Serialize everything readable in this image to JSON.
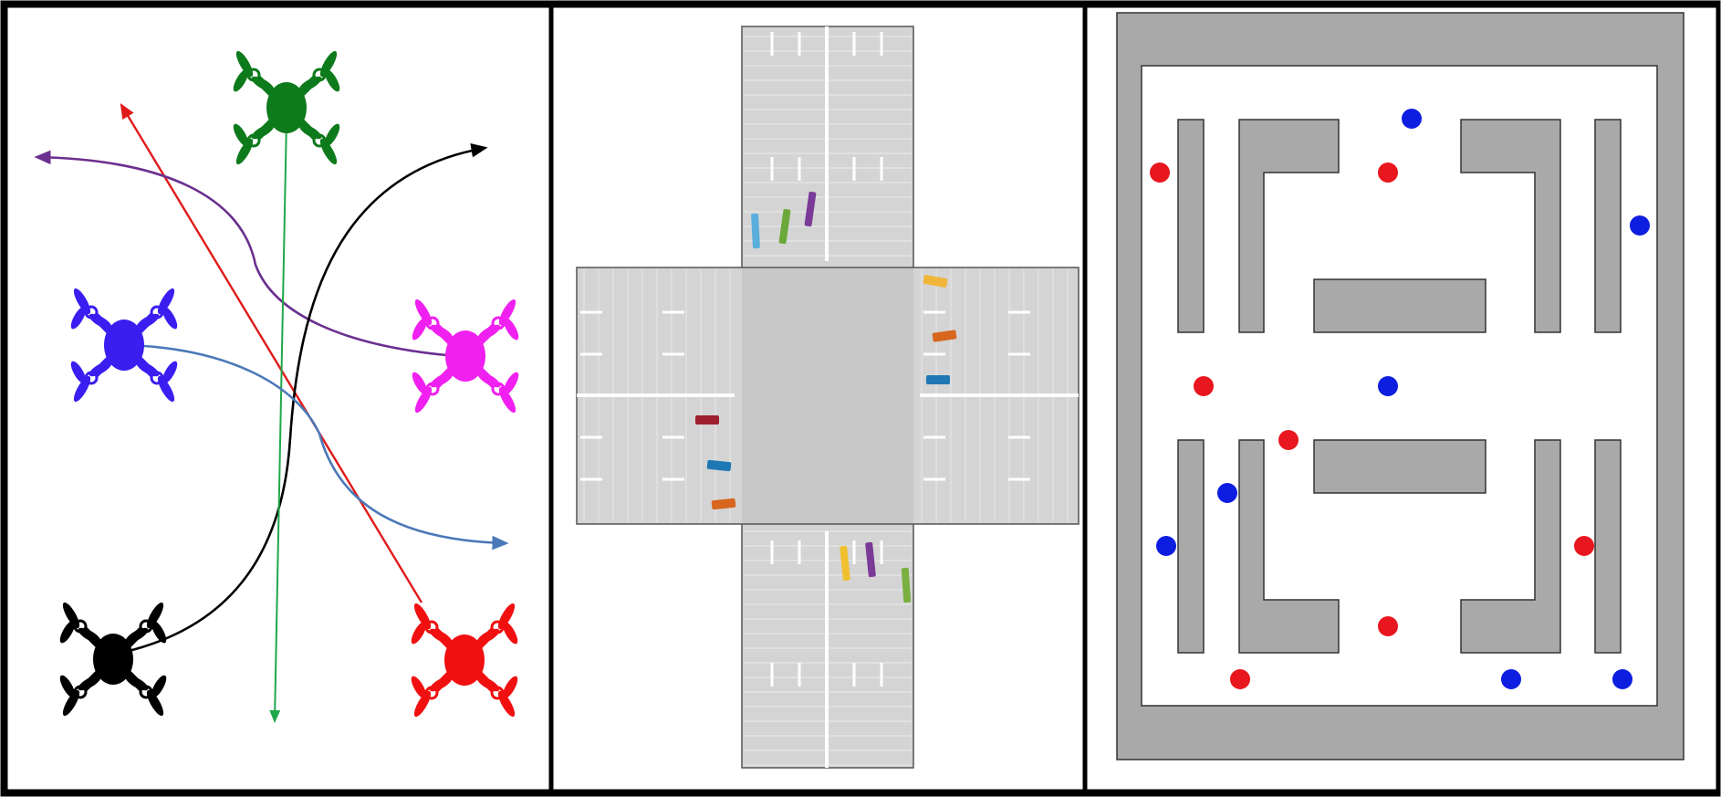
{
  "panels": [
    {
      "id": "drone-swarm"
    },
    {
      "id": "traffic-intersection"
    },
    {
      "id": "multi-agent-grid"
    }
  ],
  "drones": [
    {
      "name": "green-drone",
      "color": "#0d7a1b"
    },
    {
      "name": "blue-drone",
      "color": "#3a1ef0"
    },
    {
      "name": "magenta-drone",
      "color": "#f020f0"
    },
    {
      "name": "black-drone",
      "color": "#000000"
    },
    {
      "name": "red-drone",
      "color": "#f01010"
    }
  ],
  "trajectories": [
    {
      "name": "red-trajectory",
      "color": "#e01a1a"
    },
    {
      "name": "purple-trajectory",
      "color": "#6b2f8f"
    },
    {
      "name": "black-trajectory",
      "color": "#000000"
    },
    {
      "name": "green-trajectory",
      "color": "#1fa84a"
    },
    {
      "name": "steelblue-trajectory",
      "color": "#4a78b8"
    }
  ],
  "vehicles": [
    {
      "name": "vehicle-light-blue",
      "color": "#5aaedc"
    },
    {
      "name": "vehicle-green",
      "color": "#6aa83a"
    },
    {
      "name": "vehicle-purple",
      "color": "#7a3a98"
    },
    {
      "name": "vehicle-yellow",
      "color": "#f0b63a"
    },
    {
      "name": "vehicle-orange",
      "color": "#d8661e"
    },
    {
      "name": "vehicle-blue",
      "color": "#1f78b4"
    },
    {
      "name": "vehicle-maroon",
      "color": "#9e1f2e"
    },
    {
      "name": "vehicle-blue-2",
      "color": "#1f78b4"
    },
    {
      "name": "vehicle-orange-2",
      "color": "#d8661e"
    },
    {
      "name": "vehicle-yellow-2",
      "color": "#f0c030"
    },
    {
      "name": "vehicle-purple-2",
      "color": "#7a3a98"
    },
    {
      "name": "vehicle-green-2",
      "color": "#7ab040"
    }
  ],
  "grid_agents": {
    "red_color": "#e8161e",
    "blue_color": "#0e1ee0"
  }
}
